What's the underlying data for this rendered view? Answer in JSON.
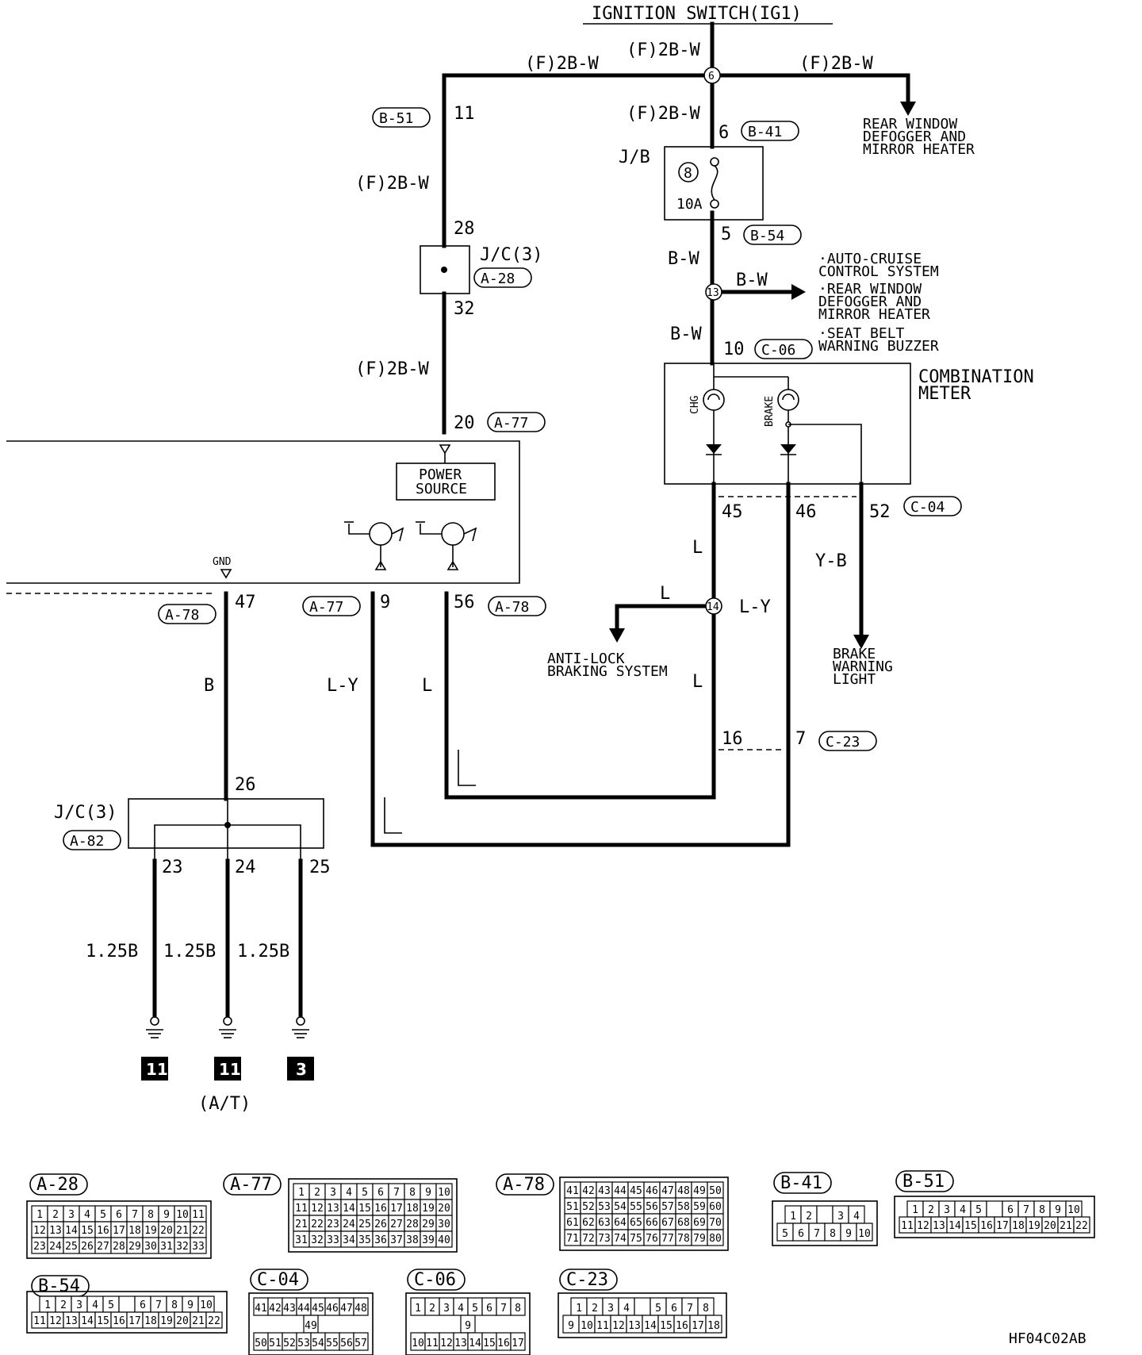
{
  "labels": {
    "ignition_switch": "IGNITION SWITCH(IG1)",
    "f2bw": "(F)2B-W",
    "bw": "B-W",
    "b": "B",
    "l": "L",
    "ly": "L-Y",
    "yb": "Y-B",
    "w125b": "1.25B",
    "jb": "J/B",
    "fuse_no": "8",
    "fuse_amp": "10A",
    "jc3": "J/C(3)",
    "power_source": [
      "POWER",
      "SOURCE"
    ],
    "gnd": "GND",
    "combination_meter": [
      "COMBINATION",
      "METER"
    ],
    "chg": "CHG",
    "brake": "BRAKE",
    "rear_defogger": [
      "REAR WINDOW",
      "DEFOGGER AND",
      "MIRROR HEATER"
    ],
    "bw_dest": [
      "·AUTO-CRUISE",
      " CONTROL SYSTEM",
      "·REAR WINDOW",
      " DEFOGGER AND",
      " MIRROR HEATER",
      "·SEAT BELT",
      " WARNING BUZZER"
    ],
    "abs": [
      "ANTI-LOCK",
      "BRAKING SYSTEM"
    ],
    "brake_light": [
      "BRAKE",
      "WARNING",
      "LIGHT"
    ],
    "at": "(A/T)",
    "ref_code": "HF04C02AB"
  },
  "junctions": [
    "6",
    "13",
    "14"
  ],
  "pins": [
    "11",
    "28",
    "32",
    "20",
    "47",
    "9",
    "56",
    "26",
    "23",
    "24",
    "25",
    "6",
    "5",
    "10",
    "45",
    "46",
    "52",
    "16",
    "7"
  ],
  "connectors_ref": [
    "B-51",
    "A-28",
    "A-77",
    "A-78",
    "A-82",
    "B-41",
    "B-54",
    "C-06",
    "C-04",
    "C-23"
  ],
  "grounds": [
    "11",
    "11",
    "3"
  ],
  "connector_tables": [
    {
      "id": "A-28",
      "rows": [
        [
          "1",
          "2",
          "3",
          "4",
          "5",
          "6",
          "7",
          "8",
          "9",
          "10",
          "11"
        ],
        [
          "12",
          "13",
          "14",
          "15",
          "16",
          "17",
          "18",
          "19",
          "20",
          "21",
          "22"
        ],
        [
          "23",
          "24",
          "25",
          "26",
          "27",
          "28",
          "29",
          "30",
          "31",
          "32",
          "33"
        ]
      ]
    },
    {
      "id": "A-77",
      "rows": [
        [
          "1",
          "2",
          "3",
          "4",
          "5",
          "6",
          "7",
          "8",
          "9",
          "10"
        ],
        [
          "11",
          "12",
          "13",
          "14",
          "15",
          "16",
          "17",
          "18",
          "19",
          "20"
        ],
        [
          "21",
          "22",
          "23",
          "24",
          "25",
          "26",
          "27",
          "28",
          "29",
          "30"
        ],
        [
          "31",
          "32",
          "33",
          "34",
          "35",
          "36",
          "37",
          "38",
          "39",
          "40"
        ]
      ]
    },
    {
      "id": "A-78",
      "rows": [
        [
          "41",
          "42",
          "43",
          "44",
          "45",
          "46",
          "47",
          "48",
          "49",
          "50"
        ],
        [
          "51",
          "52",
          "53",
          "54",
          "55",
          "56",
          "57",
          "58",
          "59",
          "60"
        ],
        [
          "61",
          "62",
          "63",
          "64",
          "65",
          "66",
          "67",
          "68",
          "69",
          "70"
        ],
        [
          "71",
          "72",
          "73",
          "74",
          "75",
          "76",
          "77",
          "78",
          "79",
          "80"
        ]
      ]
    },
    {
      "id": "B-41",
      "rows": [
        [
          "1",
          "2",
          "",
          "3",
          "4"
        ],
        [
          "5",
          "6",
          "7",
          "8",
          "9",
          "10"
        ]
      ]
    },
    {
      "id": "B-51",
      "rows": [
        [
          "1",
          "2",
          "3",
          "4",
          "5",
          "",
          "6",
          "7",
          "8",
          "9",
          "10"
        ],
        [
          "11",
          "12",
          "13",
          "14",
          "15",
          "16",
          "17",
          "18",
          "19",
          "20",
          "21",
          "22"
        ]
      ]
    },
    {
      "id": "B-54",
      "rows": [
        [
          "1",
          "2",
          "3",
          "4",
          "5",
          "",
          "6",
          "7",
          "8",
          "9",
          "10"
        ],
        [
          "11",
          "12",
          "13",
          "14",
          "15",
          "16",
          "17",
          "18",
          "19",
          "20",
          "21",
          "22"
        ]
      ]
    },
    {
      "id": "C-04",
      "rows": [
        [
          "41",
          "42",
          "43",
          "44",
          "45",
          "46",
          "47",
          "48"
        ],
        [
          "49"
        ],
        [
          "50",
          "51",
          "52",
          "53",
          "54",
          "55",
          "56",
          "57"
        ]
      ]
    },
    {
      "id": "C-06",
      "rows": [
        [
          "1",
          "2",
          "3",
          "4",
          "5",
          "6",
          "7",
          "8"
        ],
        [
          "9"
        ],
        [
          "10",
          "11",
          "12",
          "13",
          "14",
          "15",
          "16",
          "17"
        ]
      ]
    },
    {
      "id": "C-23",
      "rows": [
        [
          "1",
          "2",
          "3",
          "4",
          "",
          "5",
          "6",
          "7",
          "8"
        ],
        [
          "9",
          "10",
          "11",
          "12",
          "13",
          "14",
          "15",
          "16",
          "17",
          "18"
        ]
      ]
    }
  ]
}
